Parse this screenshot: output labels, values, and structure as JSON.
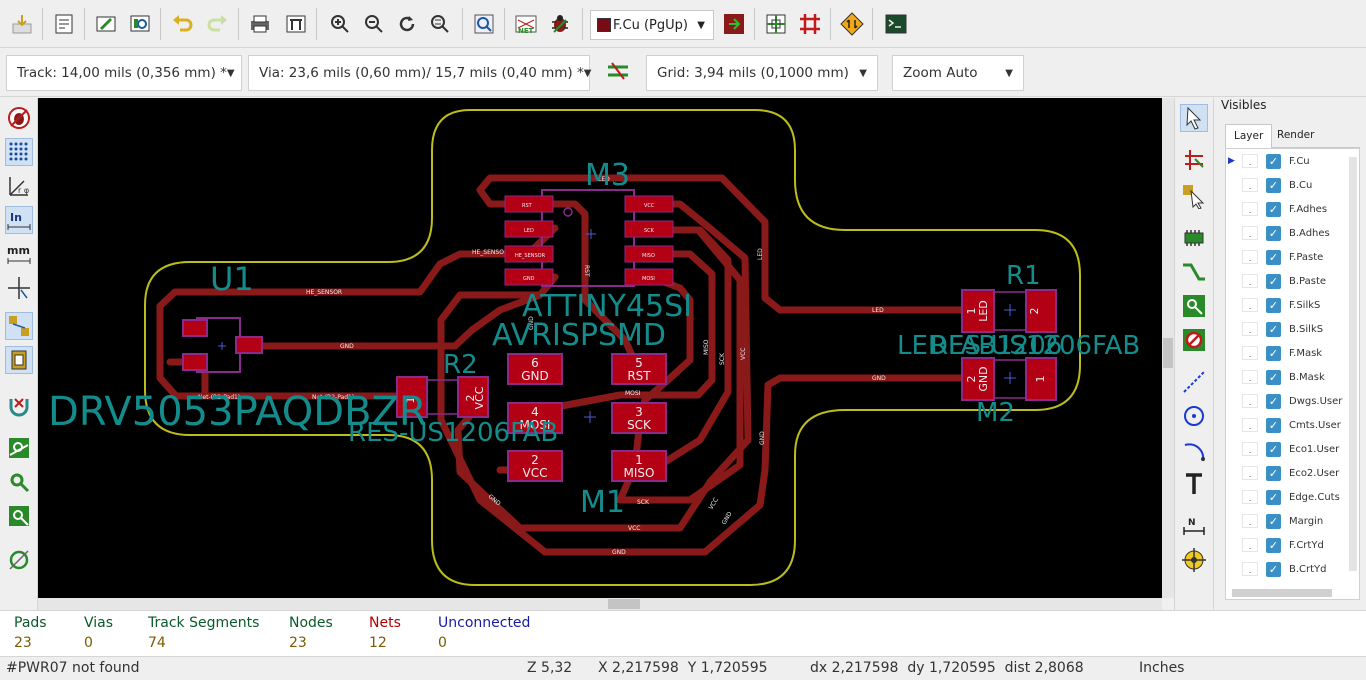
{
  "toolbar": {
    "layer_select": "F.Cu (PgUp)"
  },
  "toolbar2": {
    "track": "Track: 14,00 mils (0,356 mm) *",
    "via": "Via: 23,6 mils (0,60 mm)/ 15,7 mils (0,40 mm) *",
    "grid": "Grid: 3,94 mils (0,1000 mm)",
    "zoom": "Zoom Auto"
  },
  "left_toolbar": {
    "unit_in": "In",
    "unit_mm": "mm"
  },
  "board": {
    "components": {
      "m3_ref": "M3",
      "m3_value": "ATTINY45SI",
      "m1_ref": "M1",
      "m1_value": "AVRISPSMD",
      "u1_ref": "U1",
      "u1_value": "DRV5053PAQDBZR",
      "r2_ref": "R2",
      "r2_value": "RES-US1206FAB",
      "r1_ref": "R1",
      "r1_value": "LEDFAB1206",
      "r1_value2": "RES-US1206FAB",
      "m2_ref": "M2"
    },
    "pads": {
      "m1_6": [
        "6",
        "GND"
      ],
      "m1_5": [
        "5",
        "RST"
      ],
      "m1_4": [
        "4",
        "MOSI"
      ],
      "m1_3": [
        "3",
        "SCK"
      ],
      "m1_2": [
        "2",
        "VCC"
      ],
      "m1_1": [
        "1",
        "MISO"
      ],
      "r2_1": "1",
      "r2_2": [
        "2",
        "VCC"
      ],
      "r1_1": [
        "1",
        "LED"
      ],
      "r1_2": "2",
      "m2_2": [
        "2",
        "GND"
      ],
      "m2_1": "1",
      "m3_pins_left": [
        "RST",
        "LED",
        "HE_SENSOR",
        "GND"
      ],
      "m3_pins_right": [
        "VCC",
        "SCK",
        "MISO",
        "MOSI"
      ]
    },
    "nets": {
      "he_sensor": "HE_SENSOR",
      "he_senso": "HE_SENSO",
      "gnd": "GND",
      "led": "LED",
      "rst": "RST",
      "mosi": "MOSI",
      "miso": "MISO",
      "sck": "SCK",
      "vcc": "VCC",
      "net_r2_pad1": "Net-(R2-Pad1)"
    }
  },
  "visibles": {
    "title": "Visibles",
    "tabs": [
      "Layer",
      "Render"
    ],
    "layers": [
      {
        "name": "F.Cu",
        "color": "#b40014",
        "active": true
      },
      {
        "name": "B.Cu",
        "color": "#0a9a28"
      },
      {
        "name": "F.Adhes",
        "color": "#8a1a8a"
      },
      {
        "name": "B.Adhes",
        "color": "#1a1a8a"
      },
      {
        "name": "F.Paste",
        "color": "#8a0000"
      },
      {
        "name": "B.Paste",
        "color": "#00708a"
      },
      {
        "name": "F.SilkS",
        "color": "#00a0a0"
      },
      {
        "name": "B.SilkS",
        "color": "#a000a0"
      },
      {
        "name": "F.Mask",
        "color": "#8a0060"
      },
      {
        "name": "B.Mask",
        "color": "#606000"
      },
      {
        "name": "Dwgs.User",
        "color": "#909090"
      },
      {
        "name": "Cmts.User",
        "color": "#2040a0"
      },
      {
        "name": "Eco1.User",
        "color": "#208020"
      },
      {
        "name": "Eco2.User",
        "color": "#a0a020"
      },
      {
        "name": "Edge.Cuts",
        "color": "#c0c000"
      },
      {
        "name": "Margin",
        "color": "#c000c0"
      },
      {
        "name": "F.CrtYd",
        "color": "#909090"
      },
      {
        "name": "B.CrtYd",
        "color": "#404040"
      }
    ]
  },
  "messages": {
    "columns": [
      {
        "label": "Pads",
        "value": "23",
        "color": "#0a5a2a"
      },
      {
        "label": "Vias",
        "value": "0",
        "color": "#0a5a2a"
      },
      {
        "label": "Track Segments",
        "value": "74",
        "color": "#0a5a2a"
      },
      {
        "label": "Nodes",
        "value": "23",
        "color": "#0a5a2a"
      },
      {
        "label": "Nets",
        "value": "12",
        "color": "#b40000"
      },
      {
        "label": "Unconnected",
        "value": "0",
        "color": "#1a1aa0"
      }
    ]
  },
  "status": {
    "message": "#PWR07 not found",
    "zoom": "Z 5,32",
    "xy": "X 2,217598  Y 1,720595",
    "delta": "dx 2,217598  dy 1,720595  dist 2,8068",
    "units": "Inches"
  }
}
